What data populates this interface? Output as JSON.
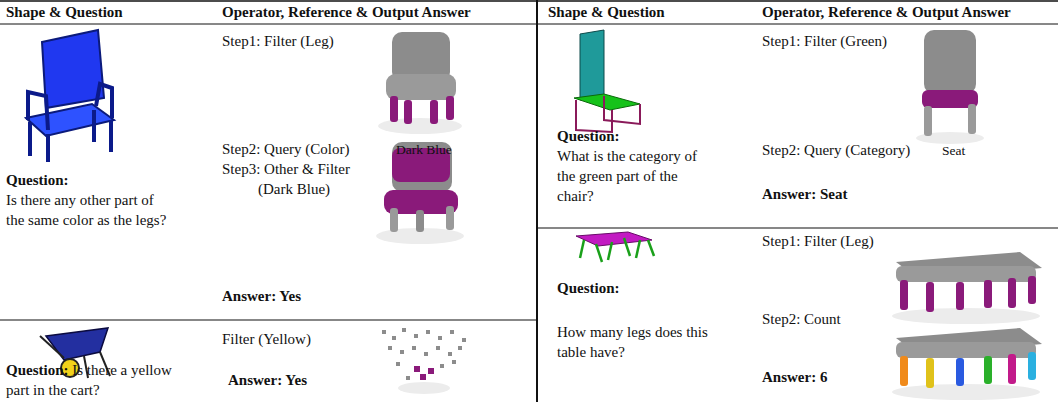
{
  "diagram": {
    "labels": [
      "Shape & Question",
      "Operator, Reference & Output Answer",
      "Shape & Question",
      "Operator, Reference & Output Answer",
      "Question:",
      "Is there any other part of the same color as the legs?",
      "Step1: Filter (Leg)",
      "Step2: Query (Color)",
      "Dark Blue",
      "Step3: Other & Filter (Dark Blue)",
      "Answer: Yes",
      "Question:",
      "Is there a yellow part in the cart?",
      "Filter (Yellow)",
      "Answer: Yes",
      "Question:",
      "What is the category of the green part of the chair?",
      "Step1: Filter (Green)",
      "Step2: Query (Category)",
      "Seat",
      "Answer: Seat",
      "Question:",
      "How many legs does this table have?",
      "Step1: Filter (Leg)",
      "Step2: Count",
      "Answer: 6"
    ]
  }
}
